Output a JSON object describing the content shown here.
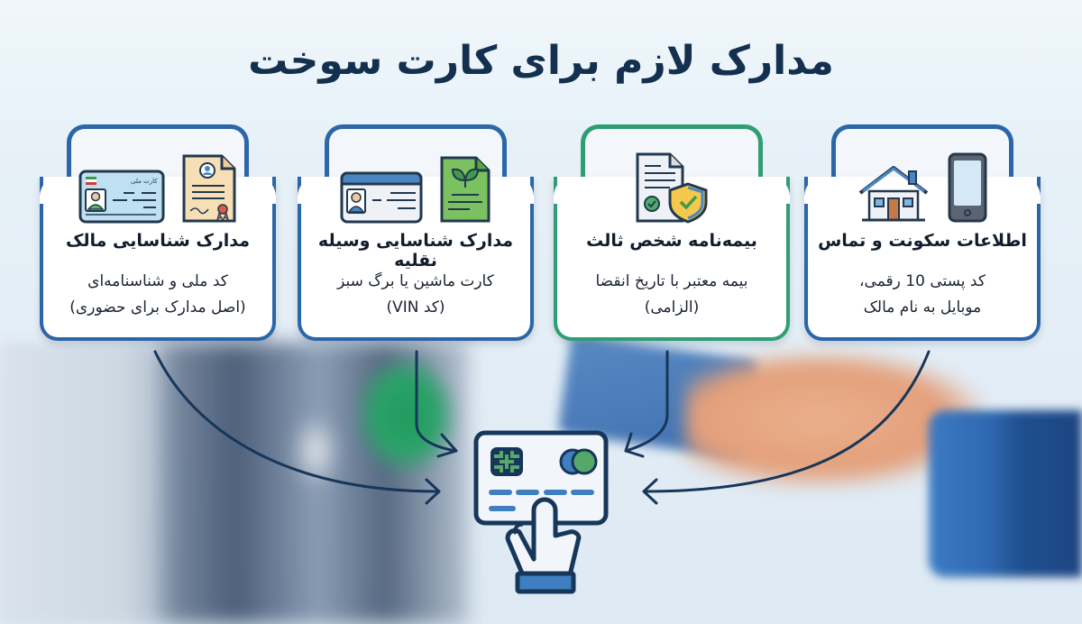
{
  "title": "مدارک لازم برای کارت سوخت",
  "colors": {
    "navy": "#14304f",
    "blue_frame": "#2b66a8",
    "green_frame": "#2e9e74",
    "line": "#16365a",
    "accent_green": "#55a868",
    "accent_blue": "#3f7fc0"
  },
  "cards": [
    {
      "id": "owner",
      "heading": "مدارک شناسایی مالک",
      "desc_lines": [
        "کد ملی و شناسنامه‌ای",
        "(اصل مدارک برای حضوری)"
      ],
      "icons": [
        "national-id-card-icon",
        "birth-certificate-icon"
      ],
      "id_card_label": "کارت ملی",
      "frame": "blue"
    },
    {
      "id": "vehicle",
      "heading": "مدارک شناسایی وسیله نقلیه",
      "desc_lines": [
        "کارت ماشین یا برگ سبز",
        "(کد VIN)"
      ],
      "icons": [
        "vehicle-card-icon",
        "green-document-icon"
      ],
      "frame": "blue"
    },
    {
      "id": "insurance",
      "heading": "بیمه‌نامه شخص ثالث",
      "desc_lines": [
        "بیمه معتبر با تاریخ انقضا",
        "(الزامی)"
      ],
      "icons": [
        "insurance-document-shield-icon"
      ],
      "frame": "green"
    },
    {
      "id": "residence",
      "heading": "اطلاعات سکونت و تماس",
      "desc_lines": [
        "کد پستی 10 رقمی،",
        "موبایل به نام مالک"
      ],
      "icons": [
        "house-icon",
        "mobile-phone-icon"
      ],
      "frame": "blue"
    }
  ],
  "center": {
    "icon": "hand-holding-fuel-card-icon"
  }
}
